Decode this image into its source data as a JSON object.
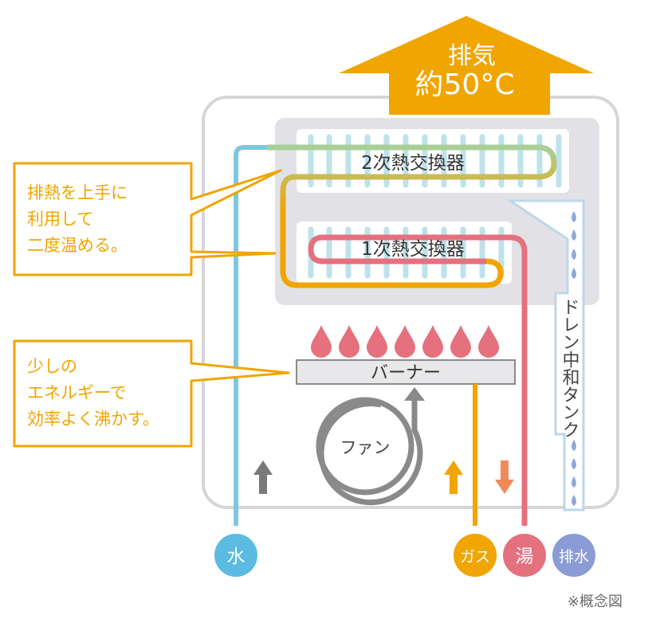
{
  "exhaust": {
    "label": "排気",
    "temperature": "約50°C"
  },
  "exchangers": {
    "secondary": "2次熱交換器",
    "primary": "1次熱交換器"
  },
  "burner": "バーナー",
  "fan": "ファン",
  "drain_tank": "ドレン中和タンク",
  "callouts": {
    "heat_reuse": [
      "排熱を上手に",
      "利用して",
      "二度温める。"
    ],
    "efficiency": [
      "少しの",
      "エネルギーで",
      "効率よく沸かす。"
    ]
  },
  "ports": {
    "water": "水",
    "gas": "ガス",
    "hot_water": "湯",
    "drain": "排水"
  },
  "note": "※概念図",
  "colors": {
    "exhaust_orange": "#f0a500",
    "water_blue": "#7ec8df",
    "hot_pink": "#e5707e",
    "gas_orange": "#f0a500",
    "drain_blue": "#8a9bd6",
    "panel_gray": "#e2e2e6"
  }
}
